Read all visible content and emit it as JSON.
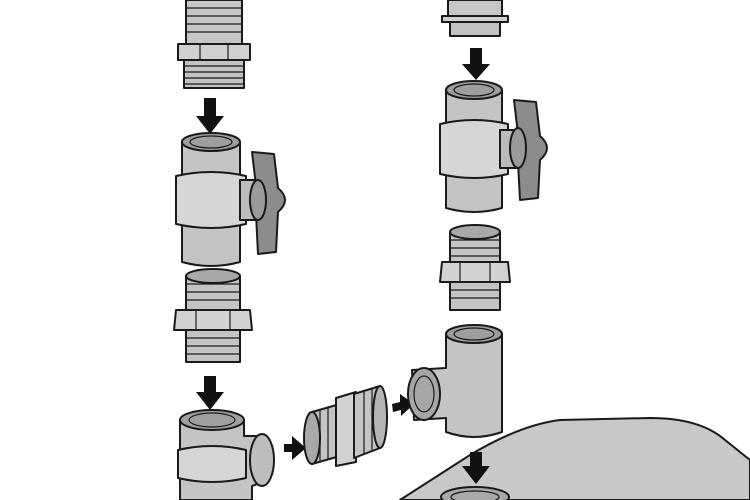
{
  "diagram": {
    "type": "plumbing-assembly-instructions",
    "colors": {
      "fitting": "#bdbdbd",
      "fitting_light": "#d4d4d4",
      "handle": "#8c8c8c",
      "arrow": "#111111",
      "tank": "#c8c8c8"
    },
    "parts": [
      "adapter-top-left",
      "ball-valve-left",
      "hex-nipple-left",
      "elbow-90",
      "hex-nipple-middle",
      "tee-fitting",
      "adapter-top-right",
      "ball-valve-right",
      "hex-nipple-right",
      "tank-outlet"
    ],
    "arrows": [
      "arrow-into-valve-left",
      "arrow-into-elbow",
      "arrow-elbow-to-nipple",
      "arrow-nipple-to-tee",
      "arrow-into-valve-right",
      "arrow-into-tank"
    ]
  }
}
